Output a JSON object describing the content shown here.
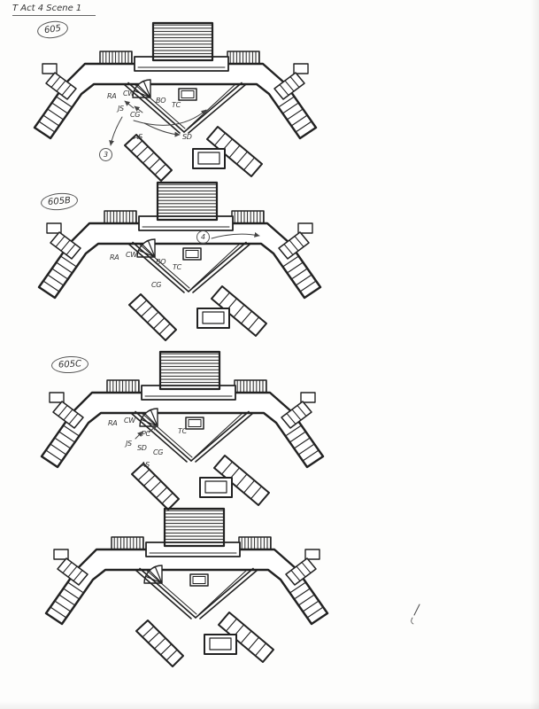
{
  "page": {
    "note": "T Act 4 Scene 1"
  },
  "diagrams": [
    {
      "scene": "605",
      "cue": "3",
      "labels": {
        "ra": "RA",
        "cw": "CW",
        "js": "JS",
        "cg": "CG",
        "bo": "BO",
        "tc": "TC",
        "as": "AS",
        "sd": "SD"
      }
    },
    {
      "scene": "605B",
      "cue": "4",
      "labels": {
        "ra": "RA",
        "cw": "CW",
        "bo": "BO",
        "tc": "TC",
        "cg": "CG"
      }
    },
    {
      "scene": "605C",
      "cue": "",
      "labels": {
        "ra": "RA",
        "cw": "CW",
        "pc": "PC",
        "tc": "TC",
        "js": "JS",
        "sd": "SD",
        "cg": "CG",
        "as": "AS"
      }
    },
    {
      "scene": "",
      "cue": "",
      "labels": {}
    }
  ]
}
